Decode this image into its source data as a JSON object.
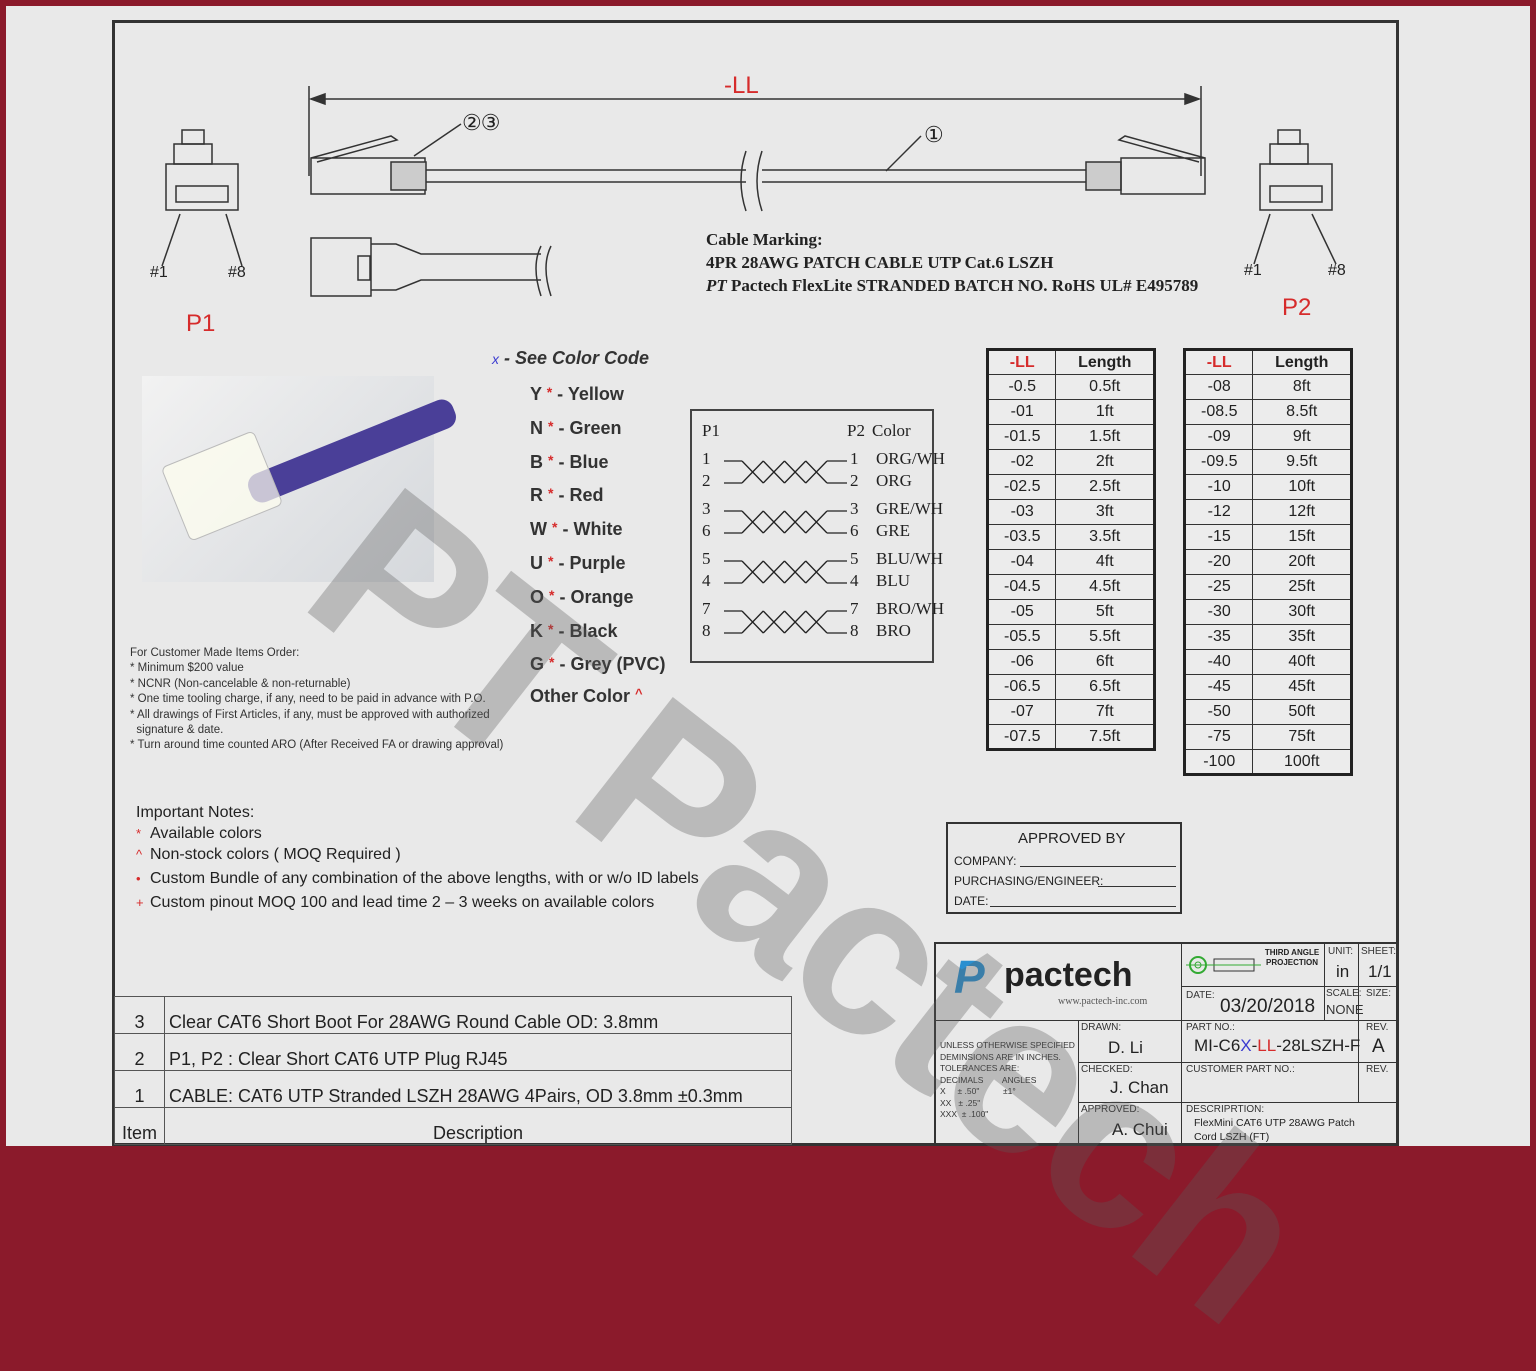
{
  "dimension_label": "-LL",
  "callouts": {
    "boot_plug": "②③",
    "cable": "①"
  },
  "p1": {
    "label": "P1",
    "pin_first": "#1",
    "pin_last": "#8"
  },
  "p2": {
    "label": "P2",
    "pin_first": "#1",
    "pin_last": "#8"
  },
  "cable_marking": {
    "title": "Cable Marking:",
    "line1": "4PR 28AWG PATCH CABLE UTP Cat.6  LSZH",
    "line2_prefix": "PT",
    "line2": "Pactech  FlexLite STRANDED BATCH NO. RoHS UL# E495789"
  },
  "color_code": {
    "x_marker": "x",
    "title": "- See Color Code",
    "items": [
      {
        "code": "Y",
        "mark": "*",
        "name": "- Yellow"
      },
      {
        "code": "N",
        "mark": "*",
        "name": "- Green"
      },
      {
        "code": "B",
        "mark": "*",
        "name": "- Blue"
      },
      {
        "code": "R",
        "mark": "*",
        "name": "- Red"
      },
      {
        "code": "W",
        "mark": "*",
        "name": "- White"
      },
      {
        "code": "U",
        "mark": "*",
        "name": "- Purple"
      },
      {
        "code": "O",
        "mark": "*",
        "name": "- Orange"
      },
      {
        "code": "K",
        "mark": "*",
        "name": "- Black"
      },
      {
        "code": "G",
        "mark": "*",
        "name": "- Grey (PVC)"
      }
    ],
    "other": "Other Color",
    "other_mark": "^"
  },
  "pinout": {
    "p1_header": "P1",
    "p2_header": "P2",
    "color_header": "Color",
    "pairs": [
      {
        "a": "1",
        "b": "2",
        "ca": "ORG/WH",
        "cb": "ORG"
      },
      {
        "a": "3",
        "b": "6",
        "ca": "GRE/WH",
        "cb": "GRE"
      },
      {
        "a": "5",
        "b": "4",
        "ca": "BLU/WH",
        "cb": "BLU"
      },
      {
        "a": "7",
        "b": "8",
        "ca": "BRO/WH",
        "cb": "BRO"
      }
    ]
  },
  "length_table_1": {
    "headers": [
      "-LL",
      "Length"
    ],
    "rows": [
      [
        "-0.5",
        "0.5ft"
      ],
      [
        "-01",
        "1ft"
      ],
      [
        "-01.5",
        "1.5ft"
      ],
      [
        "-02",
        "2ft"
      ],
      [
        "-02.5",
        "2.5ft"
      ],
      [
        "-03",
        "3ft"
      ],
      [
        "-03.5",
        "3.5ft"
      ],
      [
        "-04",
        "4ft"
      ],
      [
        "-04.5",
        "4.5ft"
      ],
      [
        "-05",
        "5ft"
      ],
      [
        "-05.5",
        "5.5ft"
      ],
      [
        "-06",
        "6ft"
      ],
      [
        "-06.5",
        "6.5ft"
      ],
      [
        "-07",
        "7ft"
      ],
      [
        "-07.5",
        "7.5ft"
      ]
    ]
  },
  "length_table_2": {
    "headers": [
      "-LL",
      "Length"
    ],
    "rows": [
      [
        "-08",
        "8ft"
      ],
      [
        "-08.5",
        "8.5ft"
      ],
      [
        "-09",
        "9ft"
      ],
      [
        "-09.5",
        "9.5ft"
      ],
      [
        "-10",
        "10ft"
      ],
      [
        "-12",
        "12ft"
      ],
      [
        "-15",
        "15ft"
      ],
      [
        "-20",
        "20ft"
      ],
      [
        "-25",
        "25ft"
      ],
      [
        "-30",
        "30ft"
      ],
      [
        "-35",
        "35ft"
      ],
      [
        "-40",
        "40ft"
      ],
      [
        "-45",
        "45ft"
      ],
      [
        "-50",
        "50ft"
      ],
      [
        "-75",
        "75ft"
      ],
      [
        "-100",
        "100ft"
      ]
    ]
  },
  "customer_notes": [
    "For Customer Made Items Order:",
    "* Minimum $200 value",
    "* NCNR (Non-cancelable & non-returnable)",
    "* One time tooling charge, if any, need to be paid in advance with P.O.",
    "* All drawings of First Articles, if any, must be approved with authorized",
    "  signature & date.",
    "* Turn around time counted ARO (After Received FA or drawing approval)"
  ],
  "important_notes": {
    "title": "Important Notes:",
    "items": [
      {
        "mark": "*",
        "text": "Available colors"
      },
      {
        "mark": "^",
        "text": "Non-stock colors   ( MOQ  Required )"
      },
      {
        "mark": "•",
        "text": "Custom Bundle of any combination of the above lengths, with or w/o ID labels"
      },
      {
        "mark": "+",
        "text": "Custom pinout MOQ 100 and lead time 2 – 3 weeks on available colors"
      }
    ]
  },
  "approval": {
    "title": "APPROVED  BY",
    "company": "COMPANY:",
    "engineer": "PURCHASING/ENGINEER:",
    "date": "DATE:"
  },
  "parts_list": {
    "rows": [
      [
        "3",
        "Clear CAT6 Short Boot For 28AWG Round Cable OD: 3.8mm"
      ],
      [
        "2",
        "P1, P2 : Clear Short CAT6 UTP Plug RJ45"
      ],
      [
        "1",
        "CABLE: CAT6 UTP Stranded LSZH 28AWG 4Pairs, OD 3.8mm ±0.3mm"
      ]
    ],
    "header": [
      "Item",
      "Description"
    ]
  },
  "title_block": {
    "logo": "pactech",
    "website": "www.pactech-inc.com",
    "projection": "THIRD ANGLE PROJECTION",
    "unit_label": "UNIT:",
    "unit": "in",
    "sheet_label": "SHEET:",
    "sheet": "1/1",
    "date_label": "DATE:",
    "date": "03/20/2018",
    "scale_label": "SCALE:",
    "scale": "NONE",
    "size_label": "SIZE:",
    "tolerances": [
      "UNLESS OTHERWISE SPECIFIED",
      "DEMINSIONS ARE IN INCHES.",
      "TOLERANCES ARE:",
      "DECIMALS        ANGLES",
      "X     ± .50\"          ±1°",
      "XX   ± .25\"",
      "XXX  ± .100\""
    ],
    "drawn_label": "DRAWN:",
    "drawn": "D. Li",
    "checked_label": "CHECKED:",
    "checked": "J. Chan",
    "approved_label": "APPROVED:",
    "approved": "A. Chui",
    "part_no_label": "PART NO.:",
    "part_no_a": "MI-C6",
    "part_no_x": "X",
    "part_no_dash": "-",
    "part_no_ll": "LL",
    "part_no_b": "-28LSZH-F",
    "rev_label": "REV.",
    "rev": "A",
    "customer_part_label": "CUSTOMER PART NO.:",
    "rev2_label": "REV.",
    "description_label": "DESCRIPRTION:",
    "description": "FlexMini CAT6 UTP 28AWG Patch Cord LSZH (FT)"
  },
  "watermark": "PT Pactech",
  "colors": {
    "border": "#8b1a2b",
    "accent_red": "#d62b2b",
    "logo_blue": "#2a8fd0",
    "x_blue": "#3b3bd0"
  }
}
